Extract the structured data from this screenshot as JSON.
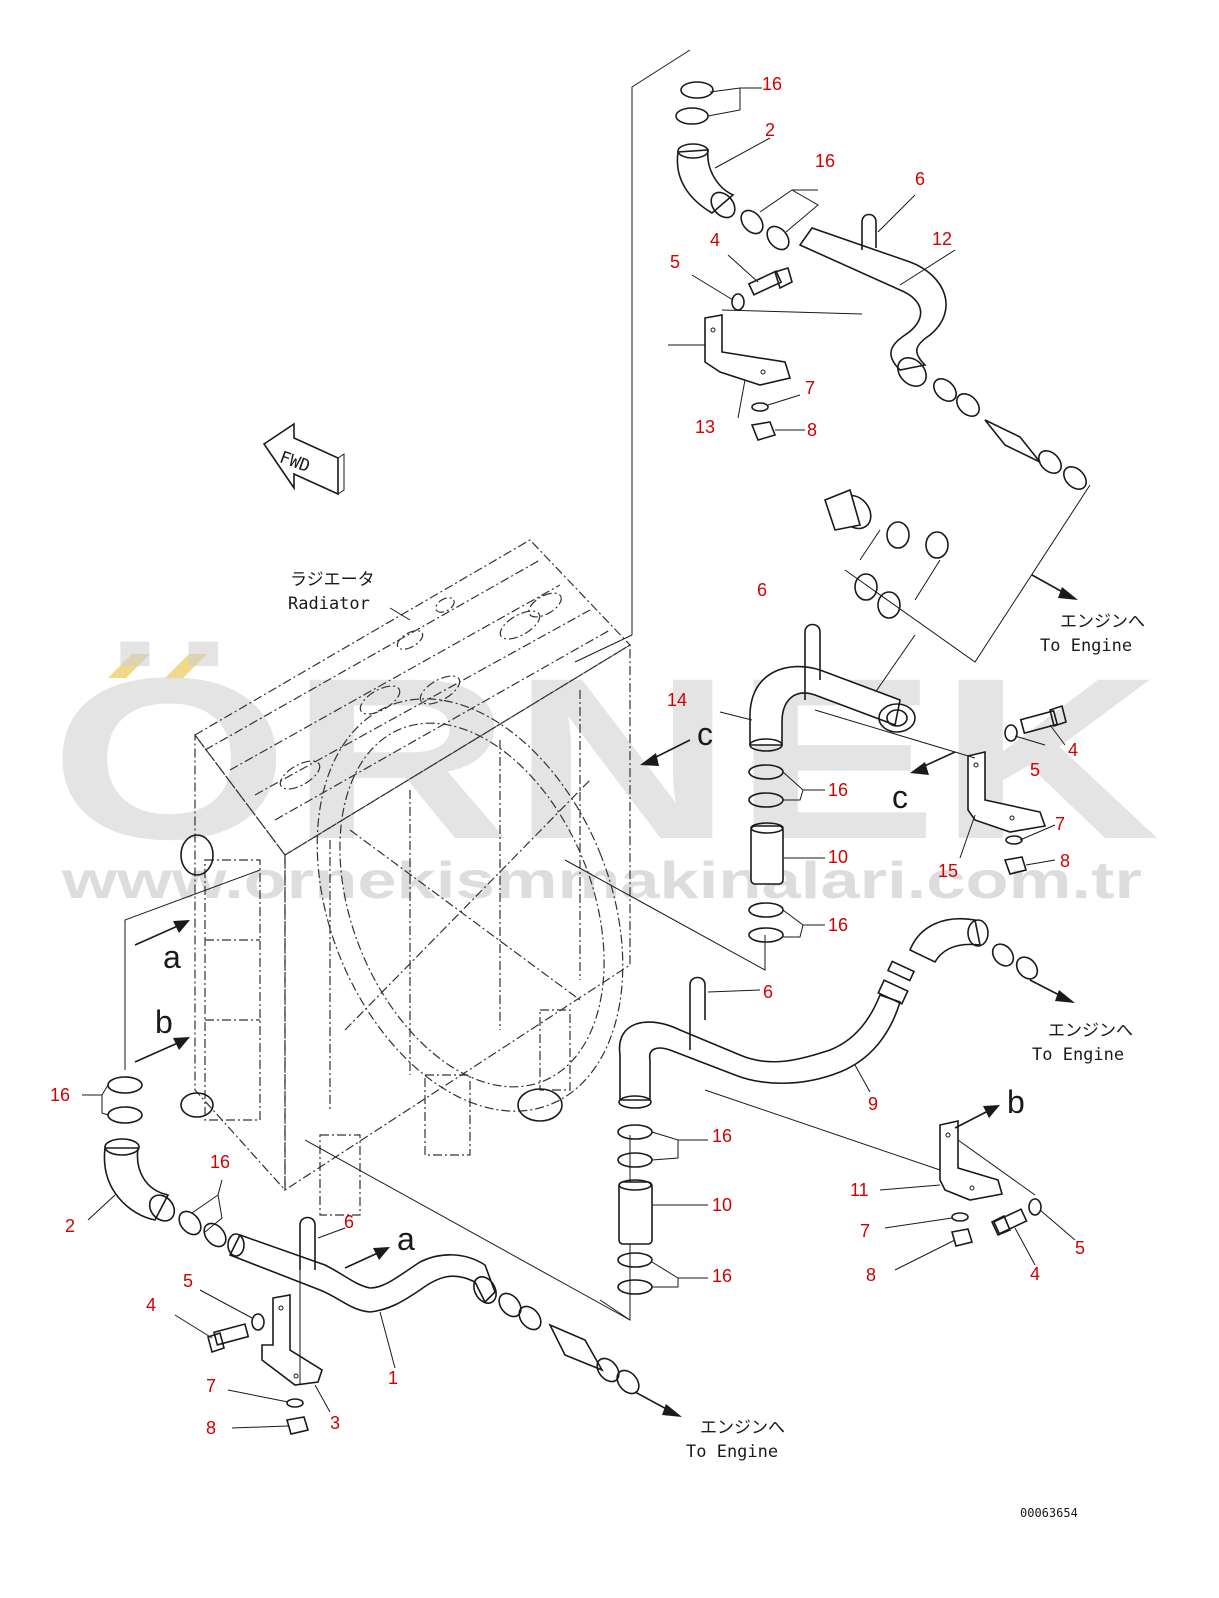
{
  "watermark": {
    "brand": "ÖRNEK",
    "url": "www.ornekismmakinalari.com.tr",
    "accent_color": "#f2d98a",
    "gray_color": "#c8c8c8"
  },
  "labels": {
    "radiator_jp": "ラジエータ",
    "radiator_en": "Radiator",
    "fwd": "FWD",
    "to_engine_jp": "エンジンへ",
    "to_engine_en": "To Engine",
    "drawing_code": "00063654"
  },
  "view_letters": {
    "a": "a",
    "b": "b",
    "c": "c"
  },
  "part_numbers": {
    "n1": "1",
    "n2": "2",
    "n3": "3",
    "n4": "4",
    "n5": "5",
    "n6": "6",
    "n7": "7",
    "n8": "8",
    "n9": "9",
    "n10": "10",
    "n11": "11",
    "n12": "12",
    "n13": "13",
    "n14": "14",
    "n15": "15",
    "n16": "16"
  },
  "colors": {
    "part_number": "#d40000",
    "line": "#1a1a1a"
  }
}
